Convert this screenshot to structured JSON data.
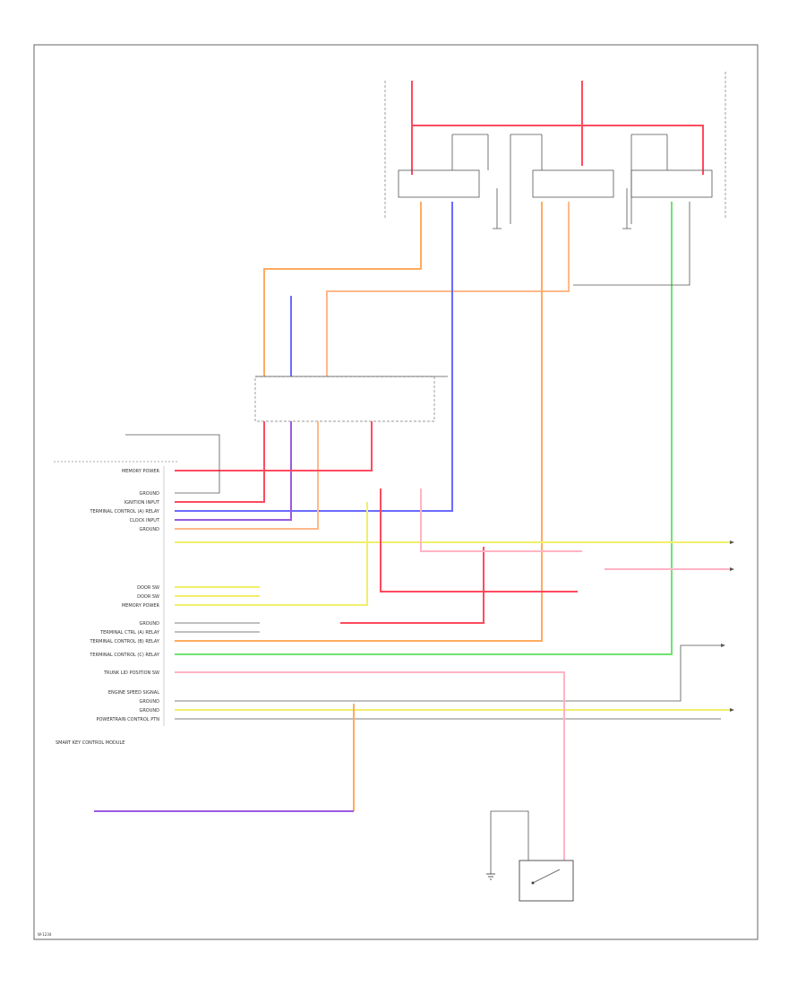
{
  "left_labels": [
    "MEMORY POWER",
    "GROUND",
    "IGNITION INPUT",
    "TERMINAL CONTROL (A) RELAY",
    "CLOCK INPUT",
    "GROUND",
    "DOOR SW",
    "DOOR SW",
    "MEMORY POWER",
    "GROUND",
    "TERMINAL CTRL (A) RELAY",
    "TERMINAL CONTROL (B) RELAY",
    "TERMINAL CONTROL (C) RELAY",
    "TRUNK LID POSITION SW",
    "ENGINE SPEED SIGNAL",
    "GROUND",
    "GROUND",
    "POWERTRAIN CONTROL PTN"
  ],
  "module_label": "SMART KEY CONTROL MODULE",
  "corner_code": "W-1234",
  "colors": {
    "red": "#ff4a5e",
    "pink": "#ffb3c4",
    "orange": "#ffab5e",
    "blue": "#6a6aff",
    "purple": "#9a5adf",
    "yellow": "#f2ef6a",
    "green": "#6ee36e",
    "gray": "#8c8c8c",
    "black": "#222222"
  }
}
